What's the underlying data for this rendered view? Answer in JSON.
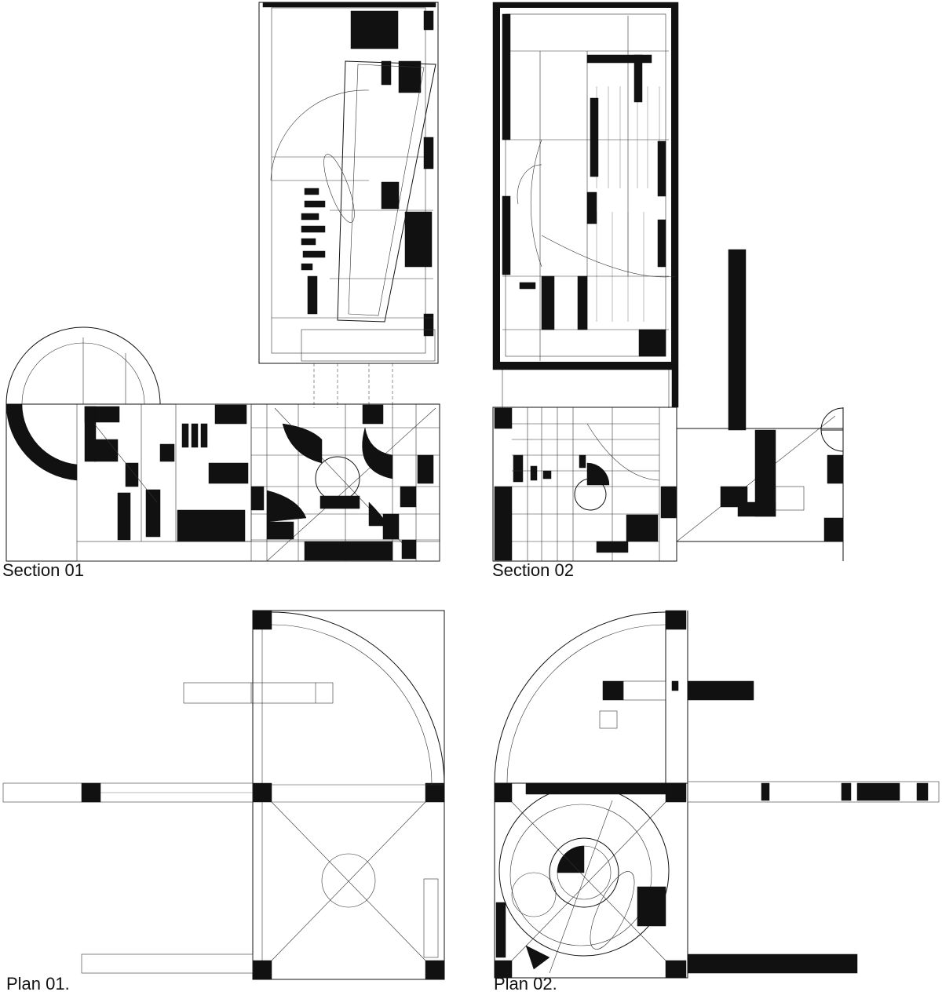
{
  "drawings": [
    {
      "id": "section-01",
      "caption": "Section 01"
    },
    {
      "id": "section-02",
      "caption": "Section 02"
    },
    {
      "id": "plan-01",
      "caption": "Plan 01."
    },
    {
      "id": "plan-02",
      "caption": "Plan 02."
    }
  ],
  "colors": {
    "ink": "#111111",
    "paper": "#ffffff"
  }
}
